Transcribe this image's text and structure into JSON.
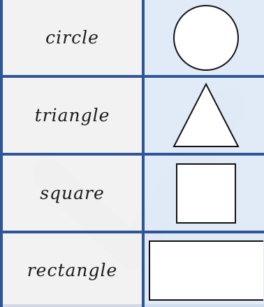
{
  "table": {
    "rows": [
      {
        "word": "circle",
        "shape_icon": "circle-icon"
      },
      {
        "word": "triangle",
        "shape_icon": "triangle-icon"
      },
      {
        "word": "square",
        "shape_icon": "square-icon"
      },
      {
        "word": "rectangle",
        "shape_icon": "rectangle-icon"
      }
    ]
  },
  "colors": {
    "border": "#2f5597",
    "word_cell_bg": "#f0f0f0",
    "shape_cell_bg": "#dde9f6",
    "shape_fill": "#ffffff",
    "shape_stroke": "#111111"
  }
}
